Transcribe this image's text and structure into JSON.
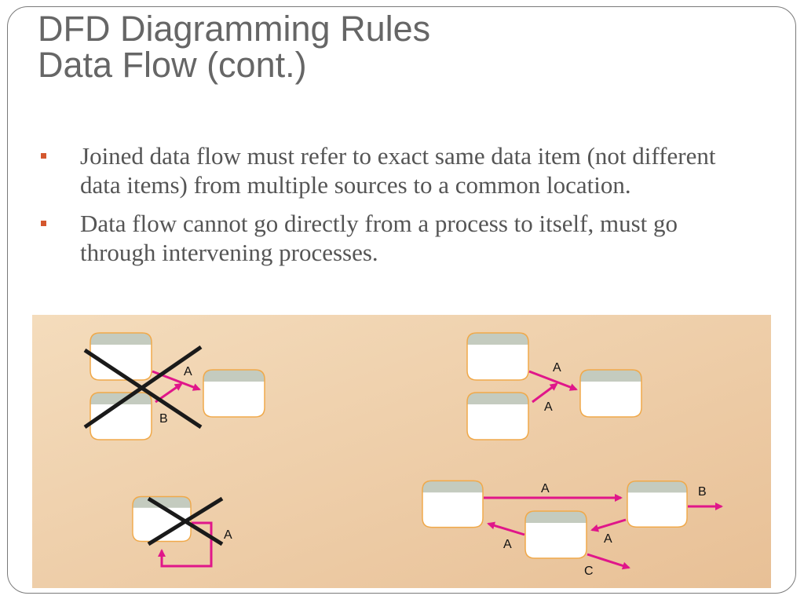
{
  "slide": {
    "title_line1": "DFD Diagramming Rules",
    "title_line2": "Data Flow (cont.)",
    "bullets": [
      "Joined data flow must refer to exact same data item (not different data items) from multiple sources to a common location.",
      "Data flow cannot go directly from a process to itself, must go through intervening processes."
    ]
  },
  "diagram": {
    "labels": {
      "incorrect_join_top": "A",
      "incorrect_join_bottom": "B",
      "correct_join_top": "A",
      "correct_join_bottom": "A",
      "incorrect_loop": "A",
      "correct_top": "A",
      "correct_out_right": "B",
      "correct_return_left": "A",
      "correct_return_right": "A",
      "correct_out_bottom": "C"
    },
    "colors": {
      "background_light": "#f3d9b7",
      "background_dark": "#e8c29a",
      "flow_arrow": "#e0168a",
      "process_border": "#f0a94a",
      "process_header": "#c4cbbf",
      "cross_out": "#1a1a1a",
      "bullet_marker": "#d4572e"
    }
  }
}
